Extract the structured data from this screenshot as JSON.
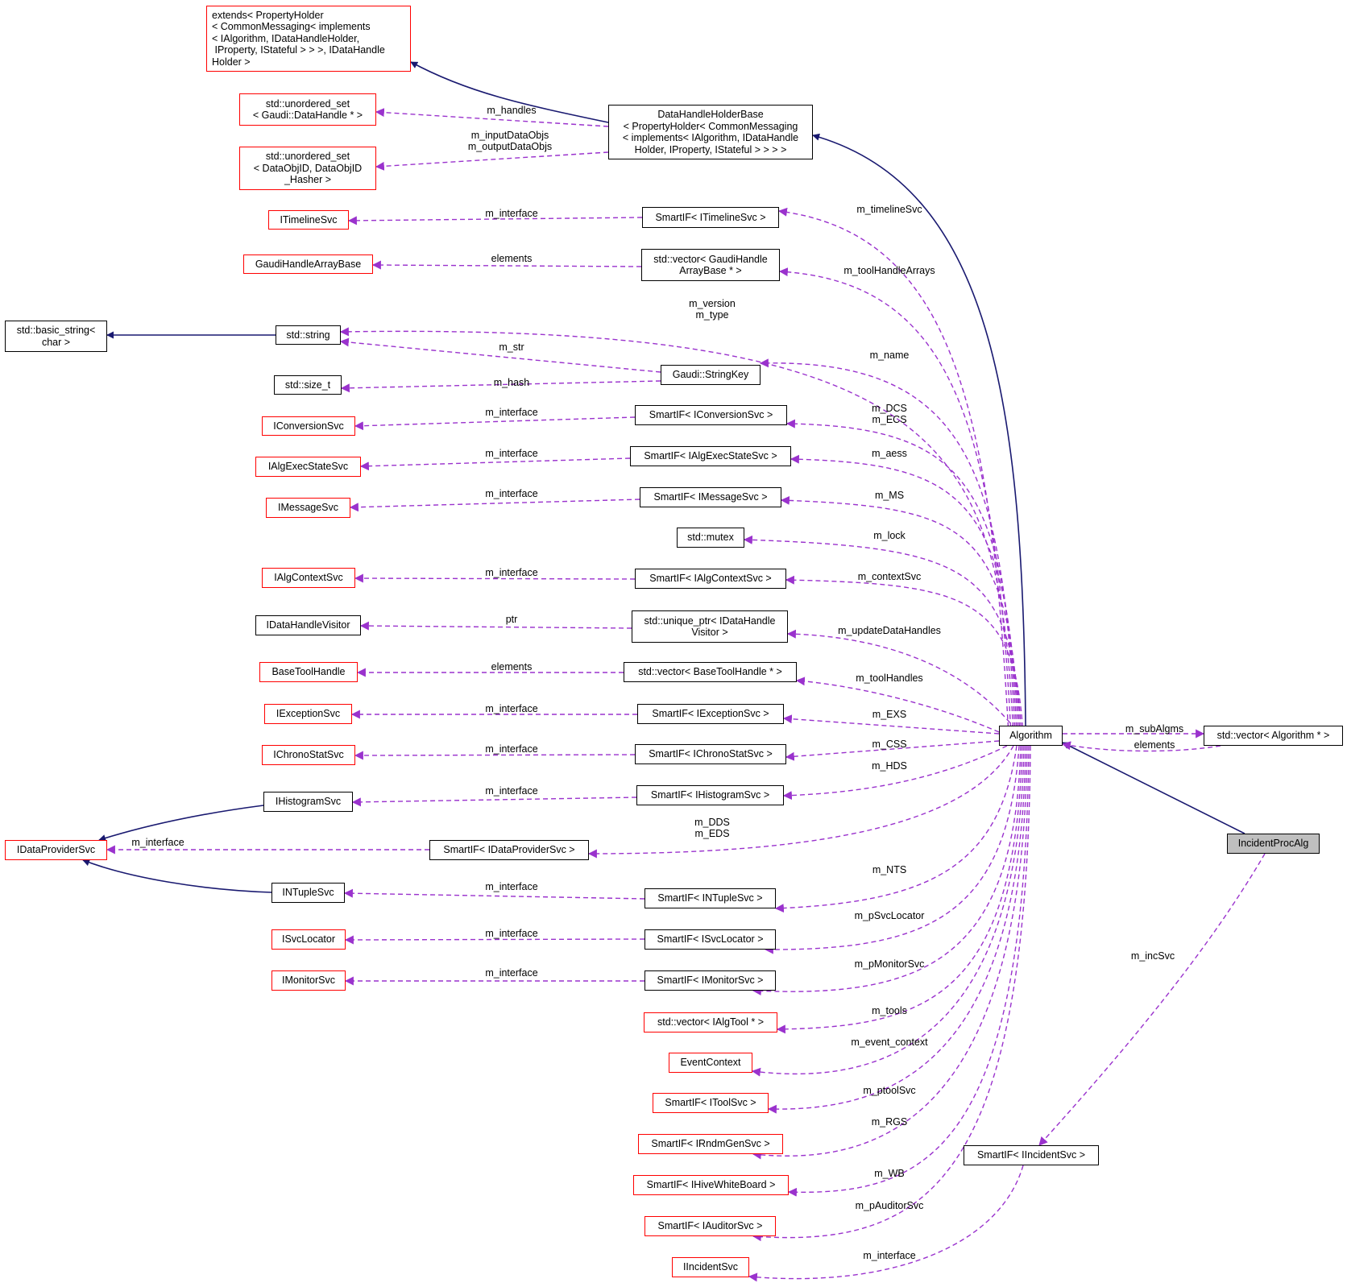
{
  "nodes": {
    "extends_holder": "extends< PropertyHolder\n< CommonMessaging< implements\n< IAlgorithm, IDataHandleHolder,\n IProperty, IStateful > > >, IDataHandle\nHolder >",
    "uset_datahandle": "std::unordered_set\n< Gaudi::DataHandle * >",
    "uset_dataobjid": "std::unordered_set\n< DataObjID, DataObjID\n_Hasher >",
    "dhhb": "DataHandleHolderBase\n< PropertyHolder< CommonMessaging\n< implements< IAlgorithm, IDataHandle\nHolder, IProperty, IStateful > > > >",
    "itimelinesvc": "ITimelineSvc",
    "smartif_itimelinesvc": "SmartIF< ITimelineSvc >",
    "gaudihandlearraybase": "GaudiHandleArrayBase",
    "vector_gaudihandlearraybase": "std::vector< GaudiHandle\nArrayBase * >",
    "basic_string": "std::basic_string<\nchar >",
    "std_string": "std::string",
    "stringkey": "Gaudi::StringKey",
    "size_t": "std::size_t",
    "iconversionsvc": "IConversionSvc",
    "smartif_iconversionsvc": "SmartIF< IConversionSvc >",
    "ialgexecstatesvc": "IAlgExecStateSvc",
    "smartif_ialgexecstatesvc": "SmartIF< IAlgExecStateSvc >",
    "imessagesvc": "IMessageSvc",
    "smartif_imessagesvc": "SmartIF< IMessageSvc >",
    "mutex": "std::mutex",
    "ialgcontextsvc": "IAlgContextSvc",
    "smartif_ialgcontextsvc": "SmartIF< IAlgContextSvc >",
    "idatahandlevisitor": "IDataHandleVisitor",
    "unique_ptr_visitor": "std::unique_ptr< IDataHandle\nVisitor >",
    "basetoolhandle": "BaseToolHandle",
    "vector_basetoolhandle": "std::vector< BaseToolHandle * >",
    "iexceptionsvc": "IExceptionSvc",
    "smartif_iexceptionsvc": "SmartIF< IExceptionSvc >",
    "algorithm": "Algorithm",
    "vector_algorithm": "std::vector< Algorithm * >",
    "ichronostatsvc": "IChronoStatSvc",
    "smartif_ichronostatsvc": "SmartIF< IChronoStatSvc >",
    "ihistogramsvc": "IHistogramSvc",
    "smartif_ihistogramsvc": "SmartIF< IHistogramSvc >",
    "incidentprocalg": "IncidentProcAlg",
    "idataprovidersvc": "IDataProviderSvc",
    "smartif_idataprovidersvc": "SmartIF< IDataProviderSvc >",
    "intuplesvc": "INTupleSvc",
    "smartif_intuplesvc": "SmartIF< INTupleSvc >",
    "isvclocator": "ISvcLocator",
    "smartif_isvclocator": "SmartIF< ISvcLocator >",
    "imonitorsvc": "IMonitorSvc",
    "smartif_imonitorsvc": "SmartIF< IMonitorSvc >",
    "vector_ialgtool": "std::vector< IAlgTool * >",
    "eventcontext": "EventContext",
    "smartif_itoolsvc": "SmartIF< IToolSvc >",
    "smartif_irndmgensvc": "SmartIF< IRndmGenSvc >",
    "smartif_ihivewhiteboard": "SmartIF< IHiveWhiteBoard >",
    "smartif_iauditorsvc": "SmartIF< IAuditorSvc >",
    "smartif_iincidentsvc": "SmartIF< IIncidentSvc >",
    "iincidentsvc": "IIncidentSvc"
  },
  "labels": {
    "m_handles": "m_handles",
    "m_inputoutput": "m_inputDataObjs\nm_outputDataObjs",
    "iface_timeline": "m_interface",
    "m_timelinesvc": "m_timelineSvc",
    "elements_gaudi": "elements",
    "m_toolhandlearrays": "m_toolHandleArrays",
    "m_version_type": "m_version\nm_type",
    "m_str": "m_str",
    "m_name": "m_name",
    "m_hash": "m_hash",
    "iface_conversion": "m_interface",
    "m_dcs_ecs": "m_DCS\nm_ECS",
    "iface_execstate": "m_interface",
    "m_aess": "m_aess",
    "iface_message": "m_interface",
    "m_ms": "m_MS",
    "m_lock": "m_lock",
    "iface_context": "m_interface",
    "m_contextsvc": "m_contextSvc",
    "ptr": "ptr",
    "m_updatedatahandles": "m_updateDataHandles",
    "elements_tool": "elements",
    "m_toolhandles": "m_toolHandles",
    "iface_exception": "m_interface",
    "m_exs": "m_EXS",
    "m_subalgms": "m_subAlgms",
    "elements_alg": "elements",
    "iface_chrono": "m_interface",
    "m_css": "m_CSS",
    "m_hds": "m_HDS",
    "iface_histogram": "m_interface",
    "iface_dataprovider": "m_interface",
    "m_dds_eds": "m_DDS\nm_EDS",
    "m_nts": "m_NTS",
    "iface_ntuple": "m_interface",
    "m_psvclocator": "m_pSvcLocator",
    "iface_svclocator": "m_interface",
    "m_incsvc": "m_incSvc",
    "m_pmonitorsvc": "m_pMonitorSvc",
    "iface_monitor": "m_interface",
    "m_tools": "m_tools",
    "m_event_context": "m_event_context",
    "m_ptoolsvc": "m_ptoolSvc",
    "m_rgs": "m_RGS",
    "m_wb": "m_WB",
    "m_pauditorsvc": "m_pAuditorSvc",
    "iface_incident": "m_interface"
  },
  "colors": {
    "inheritance_edge": "#191970",
    "usage_edge": "#9a32cd",
    "documented_border": "#000000",
    "undocumented_border": "#ff0000",
    "highlight_fill": "#bfbfbf"
  }
}
